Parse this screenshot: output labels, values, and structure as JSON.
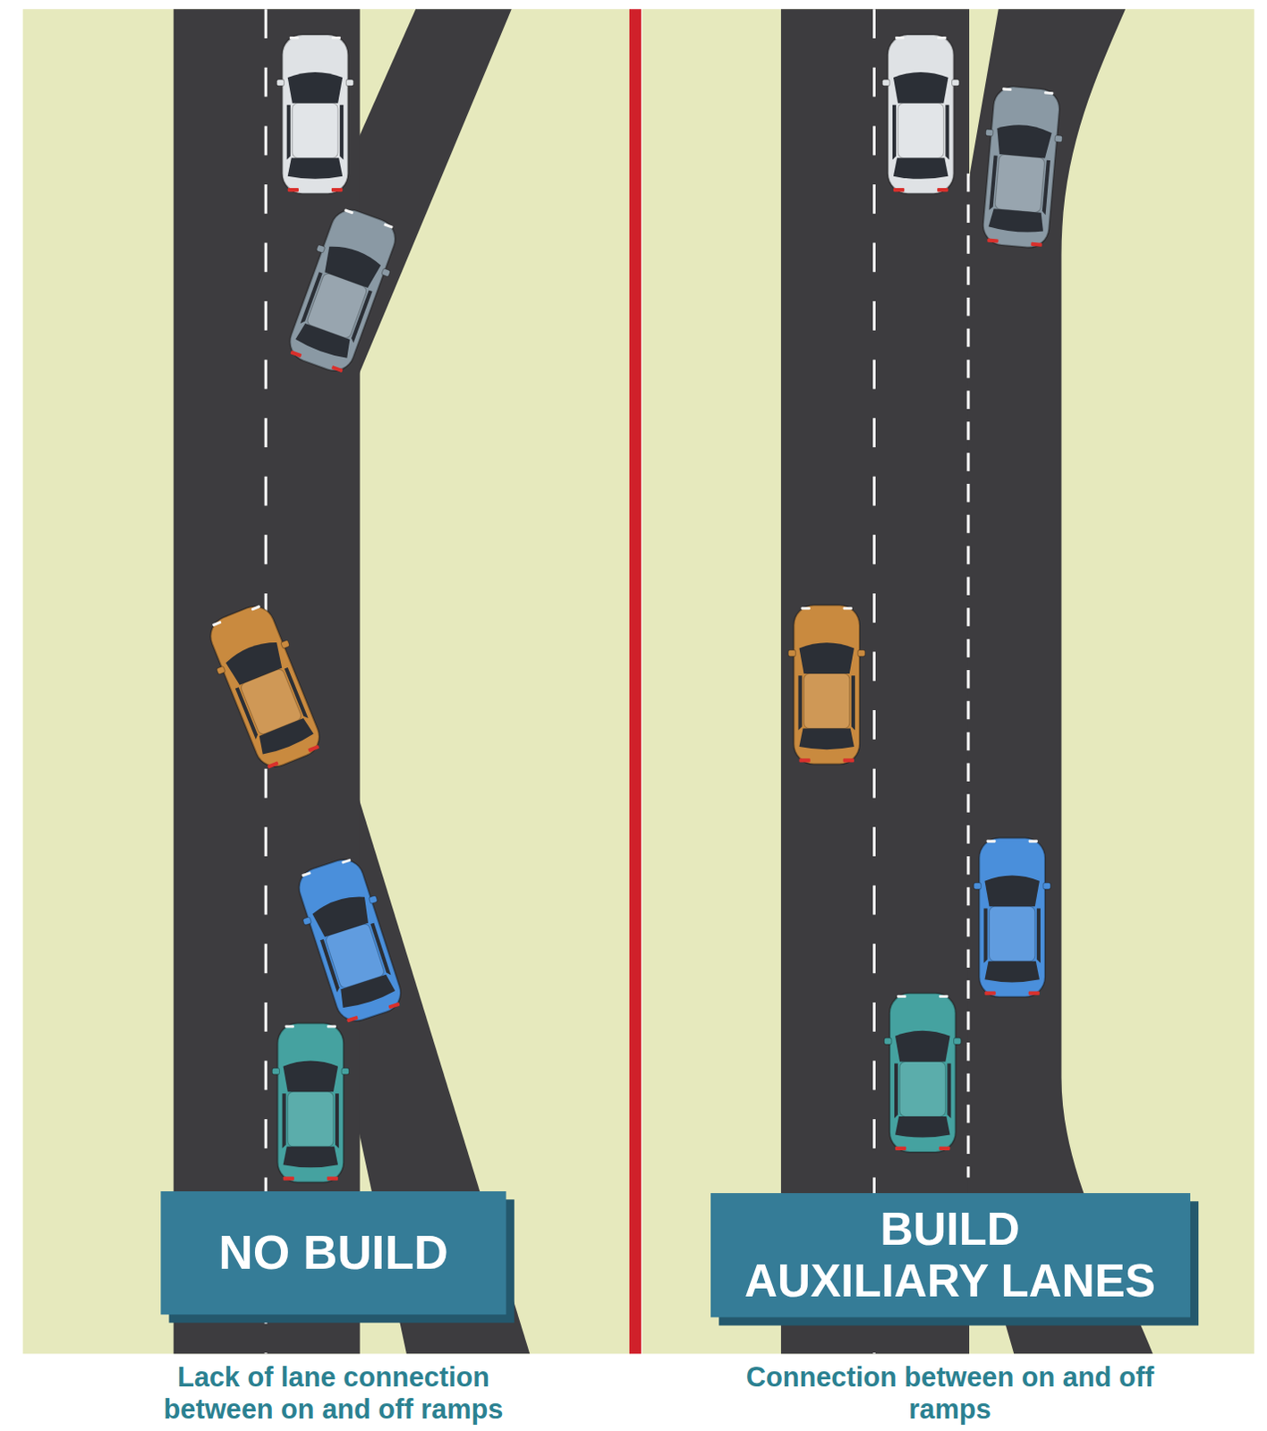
{
  "diagram": {
    "nodes": [
      {
        "text": [
          "NO BUILD"
        ]
      },
      {
        "text": [
          "BUILD AUXILIARY LANES"
        ]
      }
    ],
    "labels": [
      "Lack of lane connection between on and off ramps",
      "Connection between on and off ramps"
    ]
  }
}
